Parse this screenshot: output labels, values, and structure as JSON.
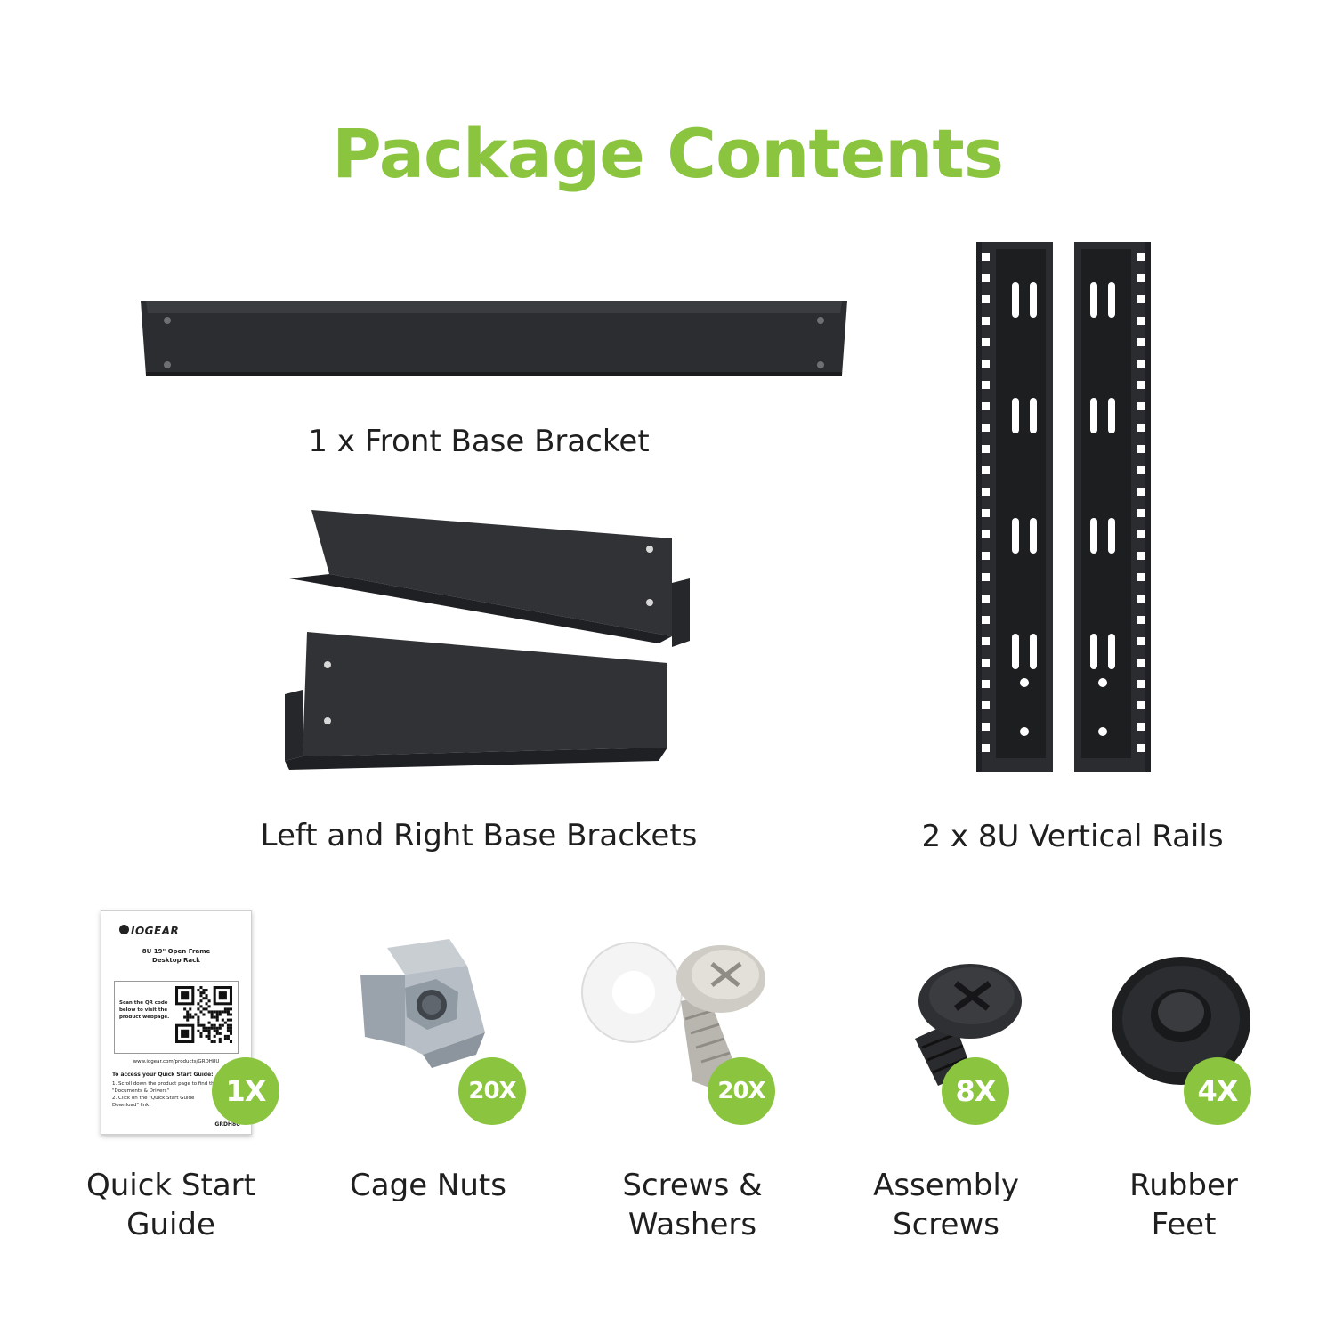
{
  "page": {
    "title": "Package Contents",
    "accent_color": "#8bc53f"
  },
  "items": {
    "front_bracket": {
      "label": "1 x Front Base Bracket"
    },
    "side_brackets": {
      "label": "Left and Right Base Brackets"
    },
    "rails": {
      "label": "2 x 8U Vertical Rails"
    },
    "quick_start": {
      "label_line1": "Quick Start",
      "label_line2": "Guide",
      "count": "1X"
    },
    "cage_nuts": {
      "label_line1": "Cage Nuts",
      "count": "20X"
    },
    "screws_washers": {
      "label_line1": "Screws &",
      "label_line2": "Washers",
      "count": "20X"
    },
    "assembly_screws": {
      "label_line1": "Assembly",
      "label_line2": "Screws",
      "count": "8X"
    },
    "rubber_feet": {
      "label_line1": "Rubber",
      "label_line2": "Feet",
      "count": "4X"
    }
  },
  "guide_card": {
    "brand": "IOGEAR",
    "product_line1": "8U 19\" Open Frame",
    "product_line2": "Desktop Rack",
    "scan_text": "Scan the QR code below to visit the product webpage.",
    "url": "www.iogear.com/products/GRDH8U",
    "access_title": "To access your Quick Start Guide:",
    "step1": "1.   Scroll down the product page to find the \"Documents & Drivers\"",
    "step2": "2.   Click on the \"Quick Start Guide Download\" link.",
    "model": "GRDH8U"
  }
}
